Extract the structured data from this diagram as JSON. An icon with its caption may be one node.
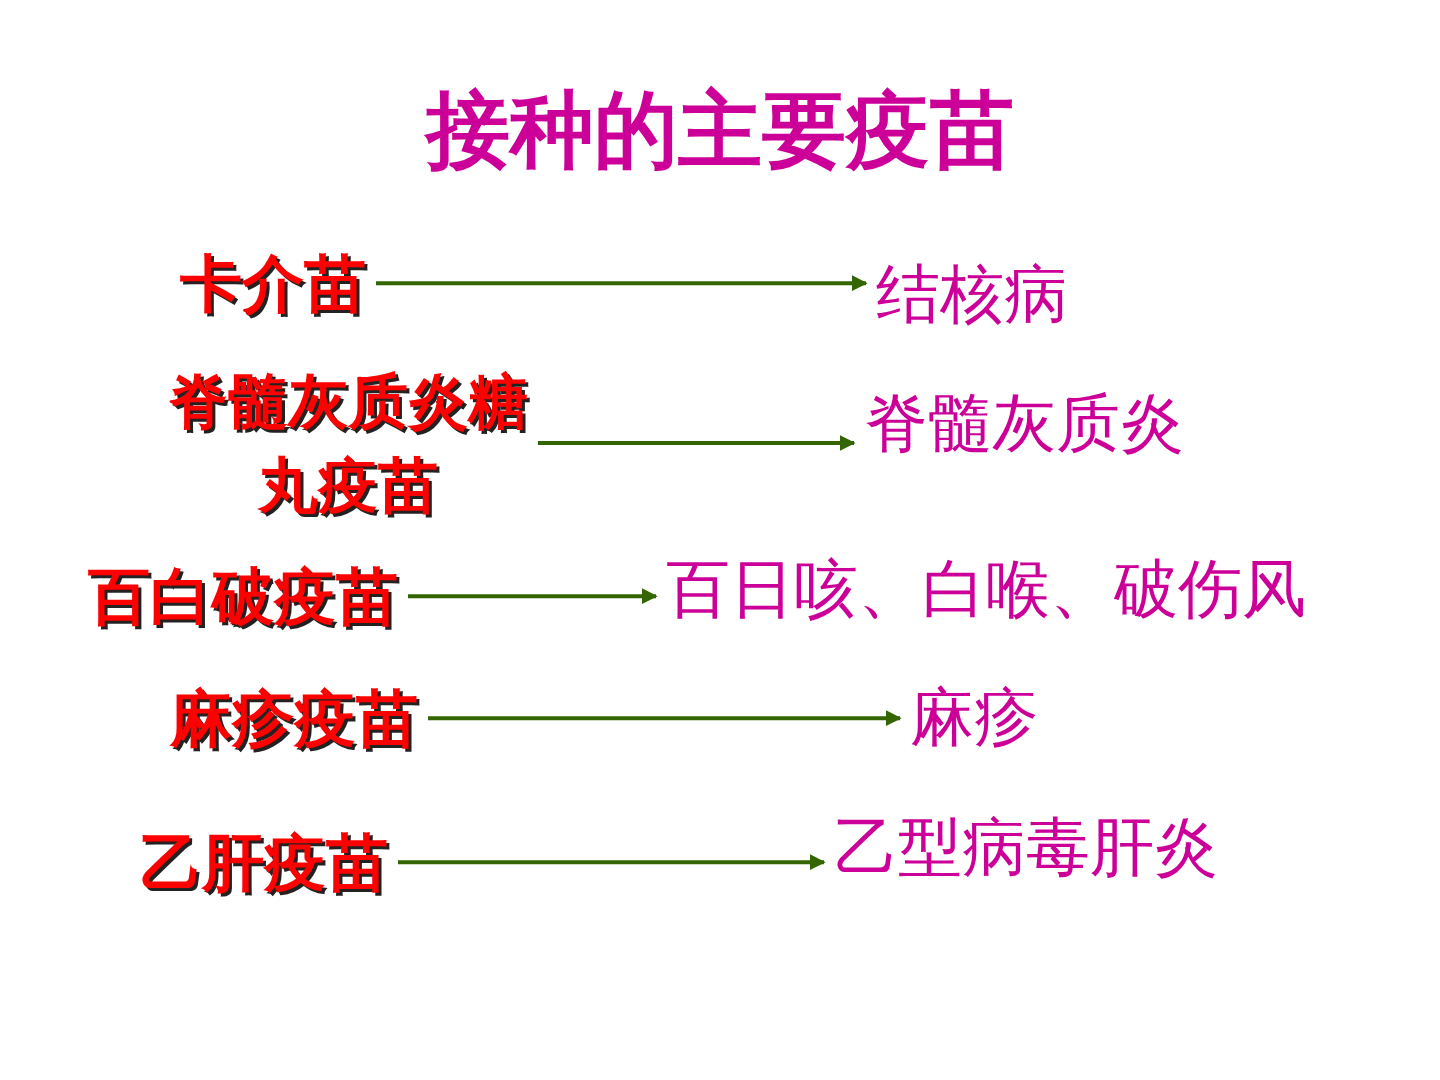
{
  "diagram": {
    "title": "接种的主要疫苗",
    "nodes": [
      {
        "text": [
          "卡介苗"
        ]
      },
      {
        "text": [
          "结核病"
        ]
      },
      {
        "text": [
          "脊髓灰质炎糖丸疫苗"
        ]
      },
      {
        "text": [
          "脊髓灰质炎"
        ]
      },
      {
        "text": [
          "百白破疫苗"
        ]
      },
      {
        "text": [
          "百日咳、白喉、破伤风"
        ]
      },
      {
        "text": [
          "麻疹疫苗"
        ]
      },
      {
        "text": [
          "麻疹"
        ]
      },
      {
        "text": [
          "乙肝疫苗"
        ]
      },
      {
        "text": [
          "乙型病毒肝炎"
        ]
      }
    ],
    "edges": [
      {
        "from": 0,
        "to": 1,
        "arrow": "to"
      },
      {
        "from": 2,
        "to": 3,
        "arrow": "to"
      },
      {
        "from": 4,
        "to": 5,
        "arrow": "to"
      },
      {
        "from": 6,
        "to": 7,
        "arrow": "to"
      },
      {
        "from": 8,
        "to": 9,
        "arrow": "to"
      }
    ]
  }
}
